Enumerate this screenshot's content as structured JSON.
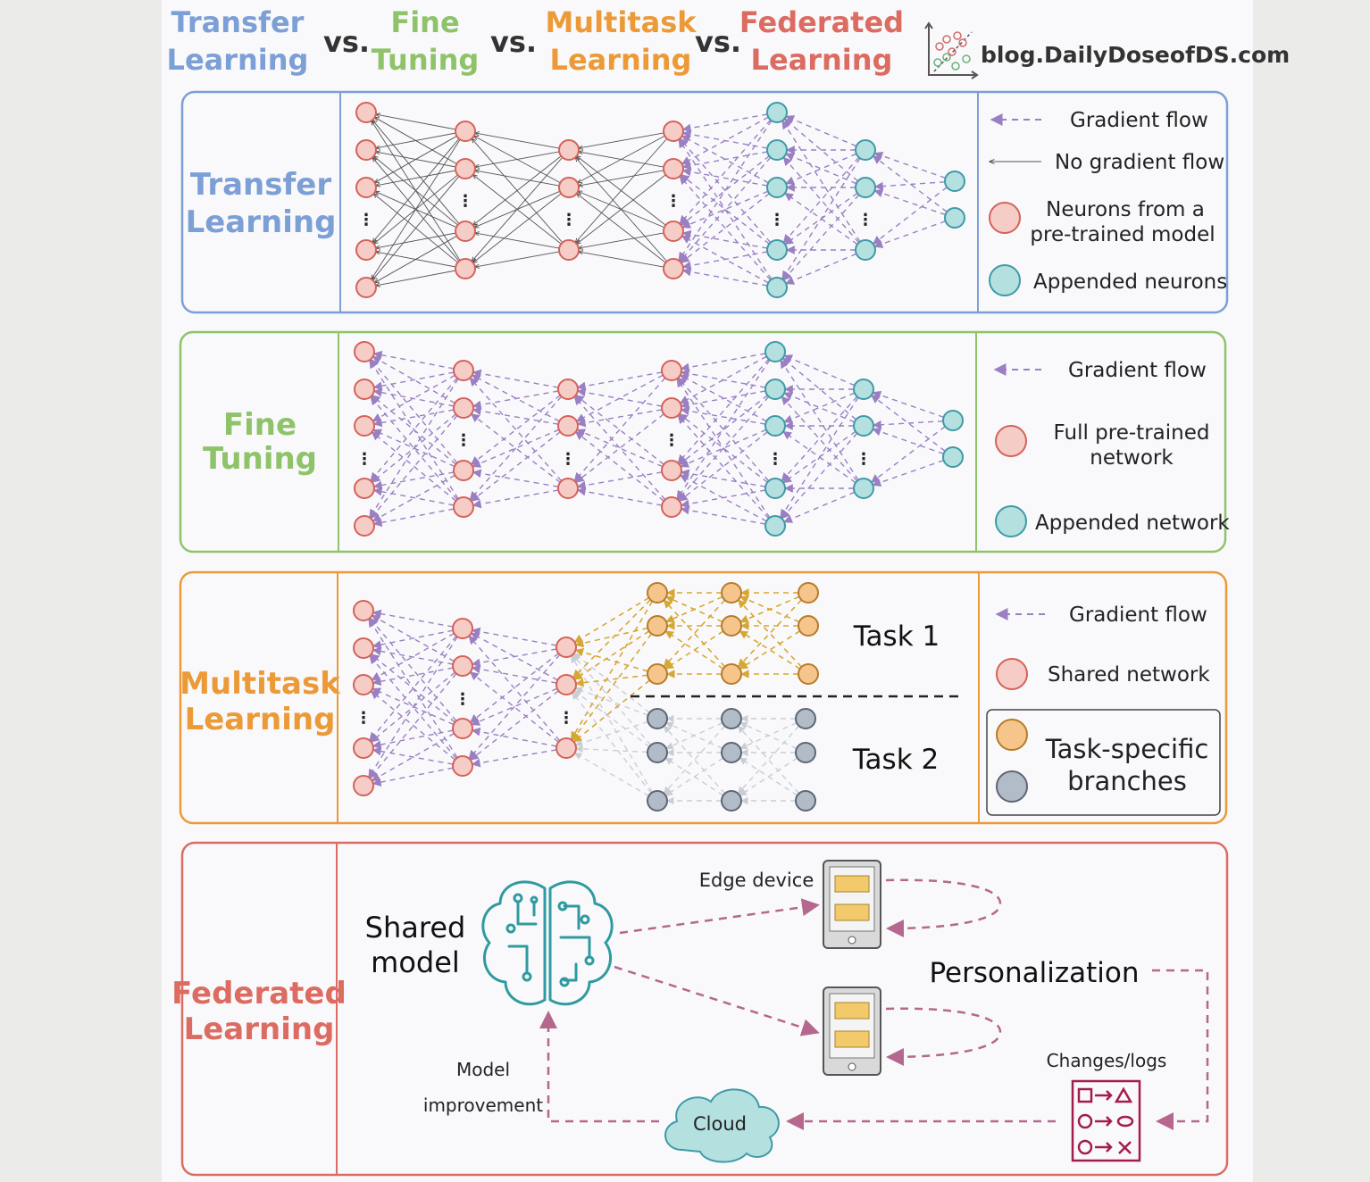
{
  "header": {
    "title_parts": [
      {
        "lines": [
          "Transfer",
          "Learning"
        ],
        "color": "#7c9fd6"
      },
      {
        "lines": [
          "vs."
        ],
        "color": "#333333"
      },
      {
        "lines": [
          "Fine",
          "Tuning"
        ],
        "color": "#8fc36a"
      },
      {
        "lines": [
          "vs."
        ],
        "color": "#333333"
      },
      {
        "lines": [
          "Multitask",
          "Learning"
        ],
        "color": "#ec9a37"
      },
      {
        "lines": [
          "vs."
        ],
        "color": "#333333"
      },
      {
        "lines": [
          "Federated",
          "Learning"
        ],
        "color": "#dc6c62"
      }
    ],
    "logo_icon": "scatter-plot-icon",
    "site": "blog.DailyDoseofDS.com"
  },
  "colors": {
    "transfer": "#7c9fd6",
    "fine": "#8fc36a",
    "multitask": "#ec9a37",
    "federated": "#dc6c62",
    "pretrained_neuron": "#f6cdc6",
    "pretrained_stroke": "#d4625a",
    "appended_neuron": "#b4e0e0",
    "appended_stroke": "#3e9aa6",
    "task1_neuron": "#f5c58c",
    "task1_stroke": "#b77b2a",
    "task2_neuron": "#b2bcc8",
    "task2_stroke": "#5d6672",
    "gradient": "#9a7fc2",
    "task_gradient": "#d7a733",
    "flow": "#b5678d"
  },
  "panels": {
    "transfer": {
      "label": [
        "Transfer",
        "Learning"
      ],
      "legend": {
        "gradient": "Gradient flow",
        "no_gradient": "No gradient flow",
        "pretrained": [
          "Neurons from a",
          "pre-trained model"
        ],
        "appended": "Appended neurons"
      }
    },
    "fine": {
      "label": [
        "Fine",
        "Tuning"
      ],
      "legend": {
        "gradient": "Gradient flow",
        "pretrained": [
          "Full pre-trained",
          "network"
        ],
        "appended": "Appended network"
      }
    },
    "multitask": {
      "label": [
        "Multitask",
        "Learning"
      ],
      "task1": "Task 1",
      "task2": "Task 2",
      "legend": {
        "gradient": "Gradient flow",
        "shared": "Shared network",
        "branches": [
          "Task-specific",
          "branches"
        ]
      }
    },
    "federated": {
      "label": [
        "Federated",
        "Learning"
      ],
      "shared_model": [
        "Shared",
        "model"
      ],
      "shared_model_icon": "brain-circuit-icon",
      "edge_device": "Edge device",
      "device_icon": "tablet-icon",
      "personalization": "Personalization",
      "changes": "Changes/logs",
      "changes_icon": "changes-logs-icon",
      "model_improvement": [
        "Model",
        "improvement"
      ],
      "cloud": "Cloud",
      "cloud_icon": "cloud-icon"
    }
  }
}
